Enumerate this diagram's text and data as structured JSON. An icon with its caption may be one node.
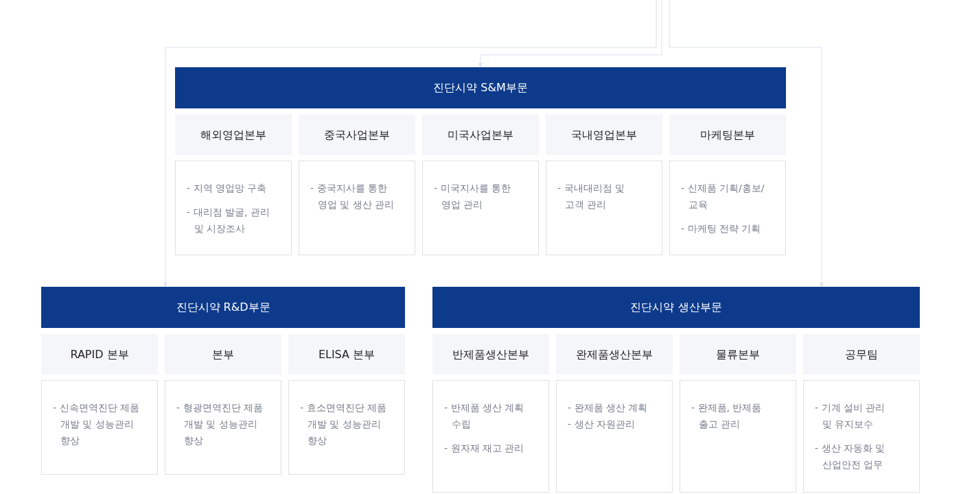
{
  "diagram": {
    "nodes": [
      {
        "text": [
          "진단시약 S&M부문"
        ]
      },
      {
        "text": [
          "해외영업본부"
        ]
      },
      {
        "text": [
          "중국사업본부"
        ]
      },
      {
        "text": [
          "미국사업본부"
        ]
      },
      {
        "text": [
          "국내영업본부"
        ]
      },
      {
        "text": [
          "마케팅본부"
        ]
      },
      {
        "text": [
          "- 지역 영업망 구축",
          "- 대리점 발굴, 관리 및 시장조사"
        ]
      },
      {
        "text": [
          "- 중국지사를 통한 영업 및 생산 관리"
        ]
      },
      {
        "text": [
          "- 미국지사를 통한 영업 관리"
        ]
      },
      {
        "text": [
          "- 국내대리점 및 고객 관리"
        ]
      },
      {
        "text": [
          "- 신제품 기획/홍보/교육",
          "- 마케팅 전략 기획"
        ]
      },
      {
        "text": [
          "진단시약 R&D부문"
        ]
      },
      {
        "text": [
          "RAPID 본부"
        ]
      },
      {
        "text": [
          "본부"
        ]
      },
      {
        "text": [
          "ELISA 본부"
        ]
      },
      {
        "text": [
          "- 신속면역진단 제품 개발 및 성능관리 향상"
        ]
      },
      {
        "text": [
          "- 형광면역진단 제품 개발 및 성능관리 향상"
        ]
      },
      {
        "text": [
          "- 효소면역진단 제품 개발 및 성능관리 향상"
        ]
      },
      {
        "text": [
          "진단시약 생산부문"
        ]
      },
      {
        "text": [
          "반제품생산본부"
        ]
      },
      {
        "text": [
          "완제품생산본부"
        ]
      },
      {
        "text": [
          "물류본부"
        ]
      },
      {
        "text": [
          "공무팀"
        ]
      },
      {
        "text": [
          "- 반제품 생산 계획 수립",
          "- 원자재 재고 관리"
        ]
      },
      {
        "text": [
          "- 완제품 생산 계획",
          "- 생산 자원관리"
        ]
      },
      {
        "text": [
          "- 완제품, 반제품 출고 관리"
        ]
      },
      {
        "text": [
          "- 기계 설비 관리 및 유지보수",
          "- 생산 자동화 및 산업안전 업무"
        ]
      }
    ],
    "edges": [
      {
        "from": null,
        "to": 0,
        "arrow": "to"
      },
      {
        "from": null,
        "to": 11,
        "arrow": "to"
      },
      {
        "from": null,
        "to": 18,
        "arrow": "to"
      }
    ]
  }
}
